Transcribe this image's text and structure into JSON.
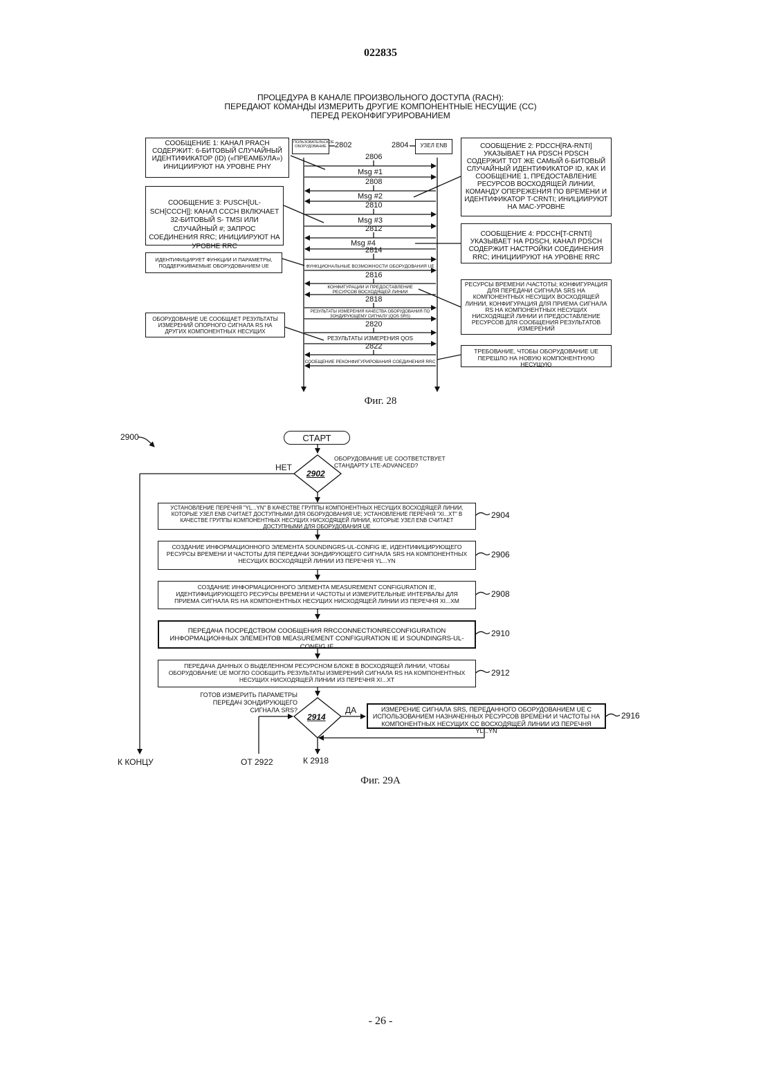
{
  "page": {
    "number": "022835",
    "footer": "- 26 -"
  },
  "fig28": {
    "title_lines": [
      "ПРОЦЕДУРА В КАНАЛЕ ПРОИЗВОЛЬНОГО ДОСТУПА (RACH):",
      "ПЕРЕДАЮТ КОМАНДЫ ИЗМЕРИТЬ ДРУГИЕ КОМПОНЕНТНЫЕ НЕСУЩИЕ (CC)",
      "ПЕРЕД РЕКОНФИГУРИРОВАНИЕМ"
    ],
    "ue_label": "ПОЛЬЗОВАТЕЛЬСКОЕ ОБОРУДОВАНИЕ",
    "ue_ref": "2802",
    "enb_label": "УЗЕЛ ENB",
    "enb_ref": "2804",
    "left_notes": [
      "СООБЩЕНИЕ 1: КАНАЛ PRACH СОДЕРЖИТ: 6-БИТОВЫЙ СЛУЧАЙНЫЙ ИДЕНТИФИКАТОР (ID) («ПРЕАМБУЛА») ИНИЦИИРУЮТ НА УРОВНЕ PHY",
      "СООБЩЕНИЕ 3: PUSCH[UL-SCH[CCCH]]: КАНАЛ CCCH ВКЛЮЧАЕТ 32-БИТОВЫЙ S- TMSI ИЛИ СЛУЧАЙНЫЙ #; ЗАПРОС СОЕДИНЕНИЯ RRC; ИНИЦИИРУЮТ НА УРОВНЕ RRC",
      "ИДЕНТИФИЦИРУЕТ ФУНКЦИИ И ПАРАМЕТРЫ, ПОДДЕРЖИВАЕМЫЕ ОБОРУДОВАНИЕМ UE",
      "ОБОРУДОВАНИЕ UE СООБЩАЕТ РЕЗУЛЬТАТЫ ИЗМЕРЕНИЙ ОПОРНОГО СИГНАЛА RS НА ДРУГИХ КОМПОНЕНТНЫХ НЕСУЩИХ"
    ],
    "right_notes": [
      "СООБЩЕНИЕ 2: PDCCH[RA-RNTI] УКАЗЫВАЕТ НА PDSCH PDSCH СОДЕРЖИТ ТОТ ЖЕ САМЫЙ 6-БИТОВЫЙ СЛУЧАЙНЫЙ ИДЕНТИФИКАТОР ID, КАК И СООБЩЕНИЕ 1, ПРЕДОСТАВЛЕНИЕ РЕСУРСОВ ВОСХОДЯЩЕЙ ЛИНИИ, КОМАНДУ ОПЕРЕЖЕНИЯ ПО ВРЕМЕНИ И ИДЕНТИФИКАТОР T-CRNTI; ИНИЦИИРУЮТ НА МАС-УРОВНЕ",
      "СООБЩЕНИЕ 4: PDCCH[T-CRNTI] УКАЗЫВАЕТ НА PDSCH, КАНАЛ PDSCH СОДЕРЖИТ НАСТРОЙКИ СОЕДИНЕНИЯ RRC; ИНИЦИИРУЮТ НА УРОВНЕ RRC",
      "РЕСУРСЫ ВРЕМЕНИ /ЧАСТОТЫ; КОНФИГУРАЦИЯ ДЛЯ ПЕРЕДАЧИ СИГНАЛА SRS НА КОМПОНЕНТНЫХ НЕСУЩИХ ВОСХОДЯЩЕЙ ЛИНИИ, КОНФИГУРАЦИЯ ДЛЯ ПРИЕМА СИГНАЛА RS НА КОМПОНЕНТНЫХ НЕСУЩИХ НИСХОДЯЩЕЙ ЛИНИИ И ПРЕДОСТАВЛЕНИЕ РЕСУРСОВ ДЛЯ СООБЩЕНИЯ РЕЗУЛЬТАТОВ ИЗМЕРЕНИЙ",
      "ТРЕБОВАНИЕ, ЧТОБЫ ОБОРУДОВАНИЕ UE ПЕРЕШЛО НА НОВУЮ КОМПОНЕНТНУЮ НЕСУЩУЮ"
    ],
    "messages": [
      {
        "ref": "2806",
        "label": "Msg #1"
      },
      {
        "ref": "2808",
        "label": "Msg #2"
      },
      {
        "ref": "2810",
        "label": "Msg #3"
      },
      {
        "ref": "2812",
        "label": "Msg #4"
      },
      {
        "ref": "2814",
        "label": "ФУНКЦИОНАЛЬНЫЕ ВОЗМОЖНОСТИ ОБОРУДОВАНИЯ UE"
      },
      {
        "ref": "2816",
        "label": "КОНФИГУРАЦИИ И ПРЕДОСТАВЛЕНИЕ РЕСУРСОВ ВОСХОДЯЩЕЙ ЛИНИИ"
      },
      {
        "ref": "2818",
        "label": "РЕЗУЛЬТАТЫ ИЗМЕРЕНИЯ КАЧЕСТВА ОБОРУДОВАНИЯ ПО ЗОНДИРУЮЩЕМУ СИГНАЛУ (QOS SRS)"
      },
      {
        "ref": "2820",
        "label": "РЕЗУЛЬТАТЫ ИЗМЕРЕНИЯ QOS"
      },
      {
        "ref": "2822",
        "label": "СООБЩЕНИЕ РЕКОНФИГУРИРОВАНИЯ СОЕДИНЕНИЯ RRC"
      }
    ],
    "caption": "Фиг. 28"
  },
  "fig29": {
    "ref": "2900",
    "start": "СТАРТ",
    "decision_2902": {
      "ref": "2902",
      "question": "ОБОРУДОВАНИЕ UE СООТВЕТСТВУЕТ СТАНДАРТУ LTE-ADVANCED?",
      "no": "НЕТ"
    },
    "steps": [
      {
        "ref": "2904",
        "text": "УСТАНОВЛЕНИЕ ПЕРЕЧНЯ \"YL...YN\" В КАЧЕСТВЕ ГРУППЫ КОМПОНЕНТНЫХ НЕСУЩИХ ВОСХОДЯЩЕЙ ЛИНИИ, КОТОРЫЕ УЗЕЛ ENB СЧИТАЕТ ДОСТУПНЫМИ ДЛЯ ОБОРУДОВАНИЯ UE; УСТАНОВЛЕНИЕ ПЕРЕЧНЯ \"XI...XT\" В КАЧЕСТВЕ ГРУППЫ КОМПОНЕНТНЫХ НЕСУЩИХ НИСХОДЯЩЕЙ ЛИНИИ, КОТОРЫЕ УЗЕЛ ENB СЧИТАЕТ ДОСТУПНЫМИ ДЛЯ ОБОРУДОВАНИЯ UE"
      },
      {
        "ref": "2906",
        "text": "СОЗДАНИЕ ИНФОРМАЦИОННОГО ЭЛЕМЕНТА SOUNDINGRS-UL-CONFIG IE, ИДЕНТИФИЦИРУЮЩЕГО РЕСУРСЫ ВРЕМЕНИ И ЧАСТОТЫ ДЛЯ ПЕРЕДАЧИ ЗОНДИРУЮЩЕГО СИГНАЛА SRS НА КОМПОНЕНТНЫХ НЕСУЩИХ ВОСХОДЯЩЕЙ ЛИНИИ ИЗ ПЕРЕЧНЯ YL...YN"
      },
      {
        "ref": "2908",
        "text": "СОЗДАНИЕ ИНФОРМАЦИОННОГО ЭЛЕМЕНТА MEASUREMENT CONFIGURATION IE, ИДЕНТИФИЦИРУЮЩЕГО РЕСУРСЫ ВРЕМЕНИ И ЧАСТОТЫ И ИЗМЕРИТЕЛЬНЫЕ ИНТЕРВАЛЫ ДЛЯ ПРИЕМА СИГНАЛА RS НА КОМПОНЕНТНЫХ НЕСУЩИХ НИСХОДЯЩЕЙ ЛИНИИ ИЗ ПЕРЕЧНЯ XI...XM"
      },
      {
        "ref": "2910",
        "text": "ПЕРЕДАЧА ПОСРЕДСТВОМ СООБЩЕНИЯ RRCCONNECTIONRECONFIGURATION ИНФОРМАЦИОННЫХ ЭЛЕМЕНТОВ MEASUREMENT CONFIGURATION IE И SOUNDINGRS-UL-CONFIG IE"
      },
      {
        "ref": "2912",
        "text": "ПЕРЕДАЧА ДАННЫХ О ВЫДЕЛЕННОМ РЕСУРСНОМ БЛОКЕ В ВОСХОДЯЩЕЙ ЛИНИИ, ЧТОБЫ ОБОРУДОВАНИЕ UE МОГЛО СООБЩИТЬ РЕЗУЛЬТАТЫ ИЗМЕРЕНИЙ СИГНАЛА RS НА КОМПОНЕНТНЫХ НЕСУЩИХ НИСХОДЯЩЕЙ ЛИНИИ ИЗ ПЕРЕЧНЯ XI...XT"
      }
    ],
    "decision_2914": {
      "ref": "2914",
      "question": "ГОТОВ ИЗМЕРИТЬ ПАРАМЕТРЫ ПЕРЕДАЧ ЗОНДИРУЮЩЕГО СИГНАЛА SRS?",
      "yes": "ДА"
    },
    "step_2916": {
      "ref": "2916",
      "text": "ИЗМЕРЕНИЕ СИГНАЛА SRS, ПЕРЕДАННОГО ОБОРУДОВАНИЕМ UE С ИСПОЛЬЗОВАНИЕМ НАЗНАЧЕННЫХ РЕСУРСОВ ВРЕМЕНИ И ЧАСТОТЫ НА КОМПОНЕНТНЫХ НЕСУЩИХ CC ВОСХОДЯЩЕЙ ЛИНИИ ИЗ ПЕРЕЧНЯ YL...YN"
    },
    "to_end": "К КОНЦУ",
    "from_2922": "ОТ 2922",
    "to_2918": "К 2918",
    "caption": "Фиг. 29А"
  }
}
